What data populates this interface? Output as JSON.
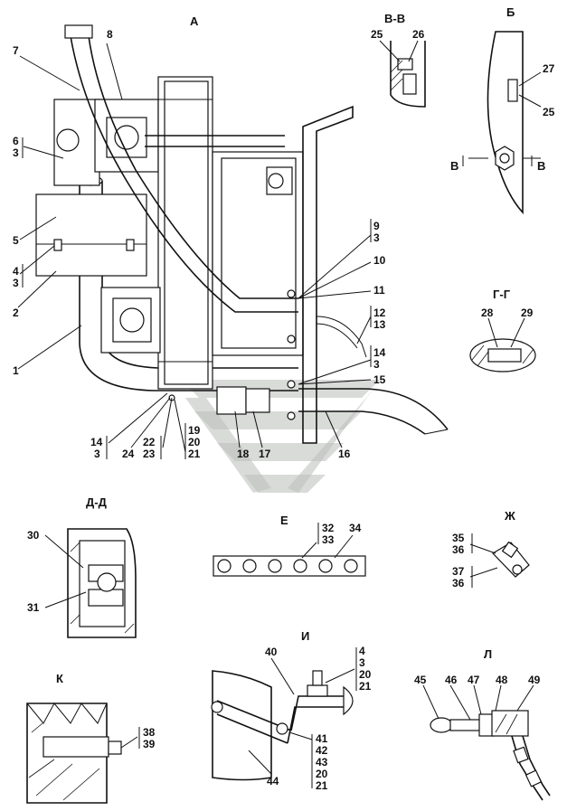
{
  "sections": {
    "A": "А",
    "BB": "В-В",
    "B": "Б",
    "GG": "Г-Г",
    "DD": "Д-Д",
    "E": "Е",
    "ZH": "Ж",
    "K": "К",
    "I": "И",
    "L": "Л",
    "cut_v": "В"
  },
  "callouts": {
    "n1": "1",
    "n2": "2",
    "n5": "5",
    "n7": "7",
    "n8": "8",
    "n10": "10",
    "n11": "11",
    "n15": "15",
    "n16": "16",
    "n17": "17",
    "n18": "18",
    "n24": "24",
    "n25a": "25",
    "n25b": "25",
    "n26": "26",
    "n27": "27",
    "n28": "28",
    "n29": "29",
    "n30": "30",
    "n31": "31",
    "n34": "34",
    "n40": "40",
    "n44": "44",
    "n45": "45",
    "n46": "46",
    "n47": "47",
    "n48": "48",
    "n49": "49",
    "s6_3": [
      "6",
      "3"
    ],
    "s4_3": [
      "4",
      "3"
    ],
    "s9_3": [
      "9",
      "3"
    ],
    "s12_13": [
      "12",
      "13"
    ],
    "s14_3a": [
      "14",
      "3"
    ],
    "s14_3b": [
      "14",
      "3"
    ],
    "s22_23": [
      "22",
      "23"
    ],
    "s19_21": [
      "19",
      "20",
      "21"
    ],
    "s32_33": [
      "32",
      "33"
    ],
    "s35_36": [
      "35",
      "36"
    ],
    "s37_36": [
      "37",
      "36"
    ],
    "s38_39": [
      "38",
      "39"
    ],
    "s4_21": [
      "4",
      "3",
      "20",
      "21"
    ],
    "s41_21": [
      "41",
      "42",
      "43",
      "20",
      "21"
    ]
  },
  "colors": {
    "line": "#111111",
    "watermark": "#b9bdb9",
    "background": "#ffffff"
  },
  "icons": {
    "watermark": "company-logo-watermark"
  }
}
